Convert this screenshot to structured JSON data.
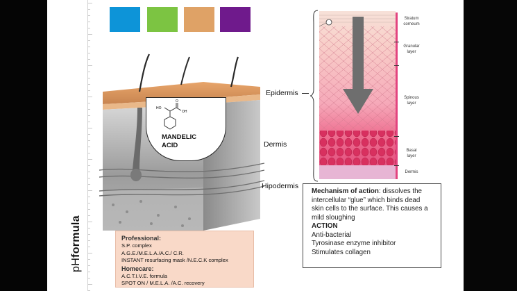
{
  "colors": {
    "swatches": [
      "#0d94d8",
      "#7cc442",
      "#dfa266",
      "#6f1a8c"
    ],
    "prof_bg": "#f9d9c8",
    "layer_accent": "#e2447f"
  },
  "brand": {
    "prefix": "pH",
    "name": "formula"
  },
  "molecule": {
    "name_line1": "MANDELIC",
    "name_line2": "ACID",
    "atom_ho": "HO",
    "atom_o": "O",
    "atom_oh": "OH"
  },
  "labels": {
    "epidermis": "Epidermis",
    "dermis": "Dermis",
    "hipodermis": "Hipodermis"
  },
  "layers": [
    {
      "line1": "Stratum",
      "line2": "corneum"
    },
    {
      "line1": "Granular",
      "line2": "layer"
    },
    {
      "line1": "Spinous",
      "line2": "layer"
    },
    {
      "line1": "Basal",
      "line2": "layer"
    },
    {
      "line1": "Dermis",
      "line2": ""
    }
  ],
  "mechanism": {
    "title": "Mechanism of action",
    "text": ": dissolves the intercellular “glue” which binds dead skin cells to the surface. This causes a mild sloughing",
    "action_title": "ACTION",
    "actions": [
      "Anti-bacterial",
      "Tyrosinase enzyme inhibitor",
      "Stimulates collagen"
    ]
  },
  "products": {
    "professional_title": "Professional:",
    "professional": [
      "S.P. complex",
      "A.G.E./M.E.L.A./A.C./ C.R.",
      "INSTANT resurfacing mask /N.E.C.K complex"
    ],
    "homecare_title": "Homecare:",
    "homecare": [
      "A.C.T.I.V.E. formula",
      "SPOT ON / M.E.L.A. /A.C. recovery"
    ]
  }
}
